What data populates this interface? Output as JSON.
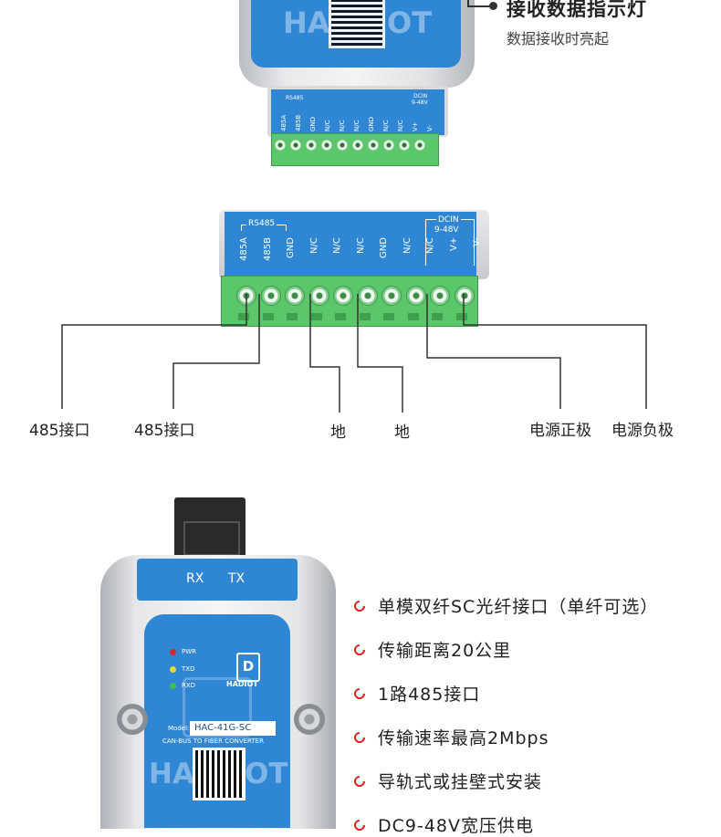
{
  "top_section": {
    "brand_fragment_left": "HA",
    "brand_fragment_right": "OT",
    "indicator_title": "接收数据指示灯",
    "indicator_desc": "数据接收时亮起",
    "small_rs485": "RS485",
    "small_dcin": "DCIN",
    "small_voltage": "9-48V",
    "small_terms": [
      "485A",
      "485B",
      "GND",
      "N/C",
      "N/C",
      "N/C",
      "GND",
      "N/C",
      "N/C",
      "V+",
      "V-"
    ]
  },
  "terminal_diagram": {
    "rs485_label": "RS485",
    "dcin_label": "DCIN",
    "voltage_label": "9-48V",
    "terms": [
      "485A",
      "485B",
      "GND",
      "N/C",
      "N/C",
      "N/C",
      "GND",
      "N/C",
      "N/C",
      "V+",
      "V-"
    ],
    "callouts": [
      "485接口",
      "485接口",
      "地",
      "地",
      "电源正极",
      "电源负极"
    ]
  },
  "device": {
    "rx_label": "RX",
    "tx_label": "TX",
    "leds": [
      "PWR",
      "TXD",
      "RXD"
    ],
    "logo_text": "HADIOT",
    "model_prefix": "Model:",
    "model": "HAC-41G-SC",
    "subtitle": "CAN-BUS TO FIBER CONVERTER",
    "brand_fragment_left": "HA",
    "brand_fragment_right": "OT"
  },
  "features": [
    "单模双纤SC光纤接口（单纤可选）",
    "传输距离20公里",
    "1路485接口",
    "传输速率最高2Mbps",
    "导轨式或挂壁式安装",
    "DC9-48V宽压供电"
  ],
  "colors": {
    "blue": "#2f86d4",
    "green": "#5cc76a",
    "bullet": "#e02020",
    "line": "#333333"
  }
}
